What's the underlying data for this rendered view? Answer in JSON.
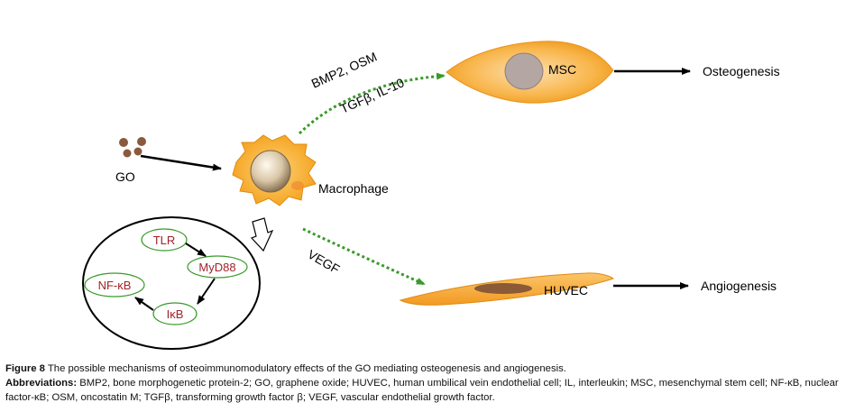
{
  "labels": {
    "go": "GO",
    "macrophage": "Macrophage",
    "msc": "MSC",
    "huvec": "HUVEC",
    "osteogenesis": "Osteogenesis",
    "angiogenesis": "Angiogenesis",
    "bmp2_osm": "BMP2, OSM",
    "tgfb_il10": "TGFβ, IL-10",
    "vegf": "VEGF"
  },
  "pathway": {
    "tlr": "TLR",
    "myd88": "MyD88",
    "ikb": "IκB",
    "nfkb": "NF-κB"
  },
  "caption": {
    "figure_label": "Figure 8",
    "figure_text": " The possible mechanisms of osteoimmunomodulatory effects of the GO mediating osteogenesis and angiogenesis.",
    "abbr_label": "Abbreviations:",
    "abbr_text": " BMP2, bone morphogenetic protein-2; GO, graphene oxide; HUVEC, human umbilical vein endothelial cell; IL, interleukin; MSC, mesenchymal stem cell; NF-κB, nuclear factor-κB; OSM, oncostatin M; TGFβ, transforming growth factor β; VEGF, vascular endothelial growth factor."
  },
  "colors": {
    "cell_orange": "#f6a623",
    "dotted_arrow": "#3a9a2a",
    "node_border": "#3a9a2a",
    "node_text": "#a0232a"
  }
}
